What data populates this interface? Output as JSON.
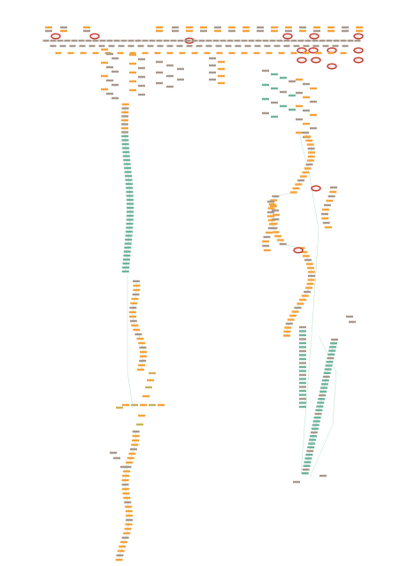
{
  "diagram": {
    "type": "dependency-graph",
    "labels_legible": false,
    "colors": {
      "background": "#ffffff",
      "node_orange": "#f5a33a",
      "node_gray": "#a7998d",
      "node_teal": "#6fb39c",
      "node_olive": "#c9b25a",
      "highlight_ring": "#c0392b",
      "edge": "#b8e0c8"
    },
    "node_kinds": [
      "orange",
      "gray",
      "teal",
      "olive",
      "highlight"
    ]
  }
}
